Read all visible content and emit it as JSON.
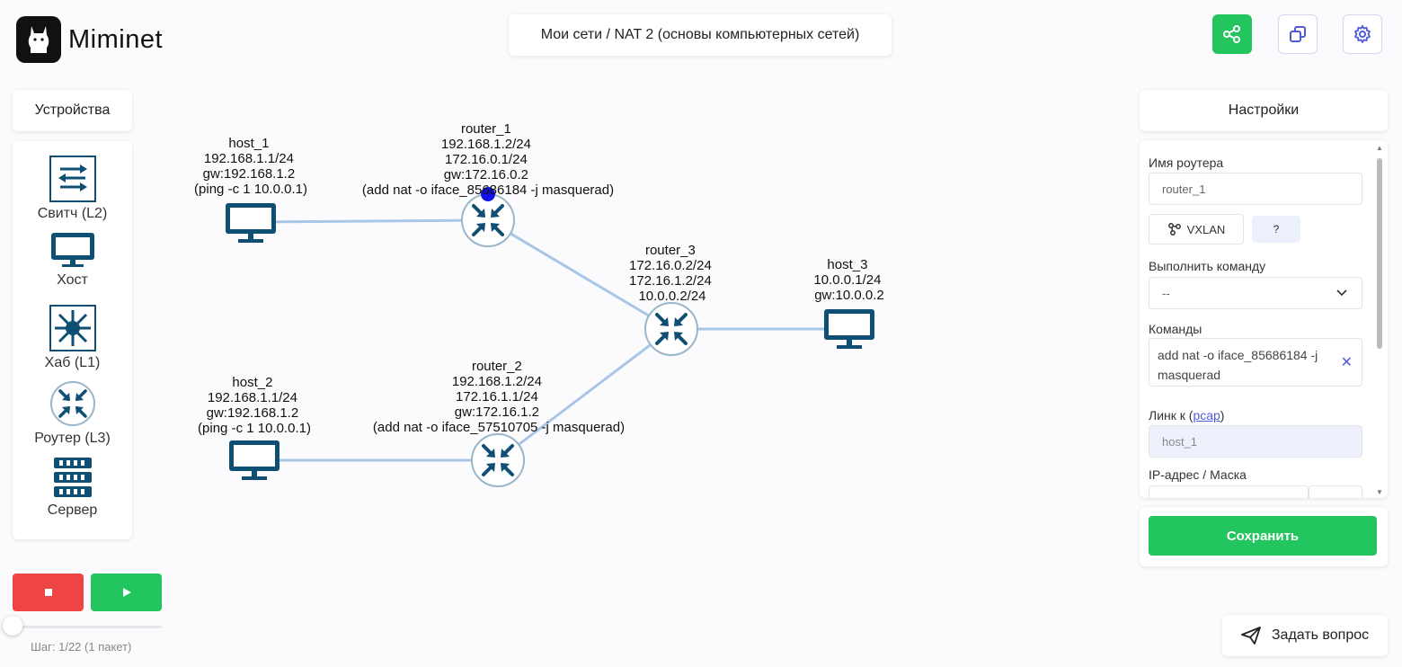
{
  "app": {
    "name": "Miminet"
  },
  "header": {
    "breadcrumb": "Мои сети / NAT 2 (основы компьютерных сетей)"
  },
  "left_panel": {
    "title": "Устройства",
    "devices": [
      {
        "label": "Свитч (L2)",
        "icon": "switch-icon"
      },
      {
        "label": "Хост",
        "icon": "host-icon"
      },
      {
        "label": "Хаб (L1)",
        "icon": "hub-icon"
      },
      {
        "label": "Роутер (L3)",
        "icon": "router-icon"
      },
      {
        "label": "Сервер",
        "icon": "server-icon"
      }
    ]
  },
  "controls": {
    "step_text": "Шаг: 1/22 (1 пакет)"
  },
  "network": {
    "nodes": [
      {
        "id": "host_1",
        "type": "host",
        "label": [
          "host_1",
          "192.168.1.1/24",
          "gw:192.168.1.2",
          "(ping -c 1 10.0.0.1)"
        ]
      },
      {
        "id": "router_1",
        "type": "router",
        "label": [
          "router_1",
          "192.168.1.2/24",
          "172.16.0.1/24",
          "gw:172.16.0.2",
          "(add nat -o iface_85686184 -j masquerad)"
        ]
      },
      {
        "id": "router_3",
        "type": "router",
        "label": [
          "router_3",
          "172.16.0.2/24",
          "172.16.1.2/24",
          "10.0.0.2/24"
        ]
      },
      {
        "id": "host_3",
        "type": "host",
        "label": [
          "host_3",
          "10.0.0.1/24",
          "gw:10.0.0.2"
        ]
      },
      {
        "id": "host_2",
        "type": "host",
        "label": [
          "host_2",
          "192.168.1.1/24",
          "gw:192.168.1.2",
          "(ping -c 1 10.0.0.1)"
        ]
      },
      {
        "id": "router_2",
        "type": "router",
        "label": [
          "router_2",
          "192.168.1.2/24",
          "172.16.1.1/24",
          "gw:172.16.1.2",
          "(add nat -o iface_57510705 -j masquerad)"
        ]
      }
    ],
    "links": [
      [
        "host_1",
        "router_1"
      ],
      [
        "router_1",
        "router_3"
      ],
      [
        "router_3",
        "host_3"
      ],
      [
        "host_2",
        "router_2"
      ],
      [
        "router_2",
        "router_3"
      ]
    ]
  },
  "settings": {
    "title": "Настройки",
    "router_name_label": "Имя роутера",
    "router_name_value": "router_1",
    "vxlan_label": "VXLAN",
    "help_label": "?",
    "run_command_label": "Выполнить команду",
    "run_command_value": "--",
    "commands_label": "Команды",
    "command_text": "add nat -o iface_85686184 -j masquerad",
    "link_label_prefix": "Линк к (",
    "link_label_link": "pcap",
    "link_label_suffix": ")",
    "link_value": "host_1",
    "ip_label": "IP-адрес / Маска",
    "save_label": "Сохранить"
  },
  "ask": {
    "label": "Задать вопрос"
  },
  "colors": {
    "accent_green": "#22c55e",
    "stop_red": "#ef4444",
    "device_blue": "#0e4f73",
    "link_blue": "#a8c6e6",
    "packet_blue": "#1212e8"
  }
}
